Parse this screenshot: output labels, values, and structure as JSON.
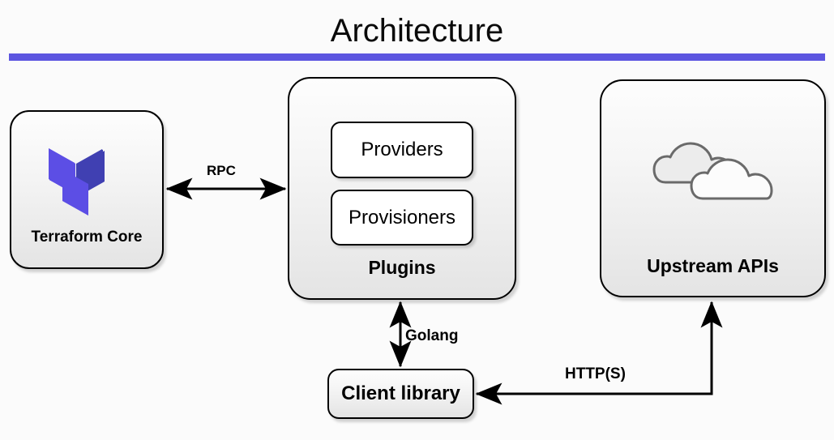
{
  "page": {
    "title": "Architecture",
    "accent_color": "#5c55e0",
    "background_color": "#fbfbfb"
  },
  "nodes": {
    "terraform_core": {
      "label": "Terraform Core",
      "icon": "terraform-logo-icon",
      "logo_colors": {
        "light_purple": "#5c4ee5",
        "mid_purple": "#5c4ee5",
        "dark_indigo": "#4040b2"
      }
    },
    "plugins": {
      "label": "Plugins",
      "children": [
        {
          "label": "Providers"
        },
        {
          "label": "Provisioners"
        }
      ]
    },
    "upstream_apis": {
      "label": "Upstream APIs",
      "icon": "cloud-icon",
      "icon_outline_color": "#6a6a6a"
    },
    "client_library": {
      "label": "Client library"
    }
  },
  "edges": [
    {
      "id": "rpc",
      "label": "RPC",
      "from": "terraform_core",
      "to": "plugins",
      "direction": "bidirectional"
    },
    {
      "id": "golang",
      "label": "Golang",
      "from": "plugins",
      "to": "client_library",
      "direction": "bidirectional"
    },
    {
      "id": "https",
      "label": "HTTP(S)",
      "from": "upstream_apis",
      "to": "client_library",
      "direction": "unidirectional"
    }
  ]
}
